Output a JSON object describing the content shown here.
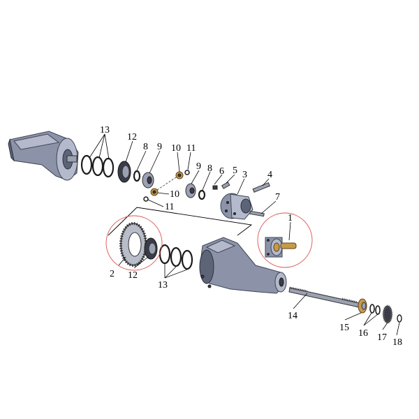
{
  "callouts": {
    "c1": "1",
    "c2": "2",
    "c3": "3",
    "c4": "4",
    "c5": "5",
    "c6": "6",
    "c7": "7",
    "c8a": "8",
    "c8b": "8",
    "c9a": "9",
    "c9b": "9",
    "c10a": "10",
    "c10b": "10",
    "c11a": "11",
    "c11b": "11",
    "c12a": "12",
    "c12b": "12",
    "c13a": "13",
    "c13b": "13",
    "c14": "14",
    "c15": "15",
    "c16": "16",
    "c17": "17",
    "c18": "18"
  },
  "colors": {
    "housing": "#8c93a8",
    "highlight_circle": "#d9534f",
    "gear_brass": "#c89a47"
  }
}
